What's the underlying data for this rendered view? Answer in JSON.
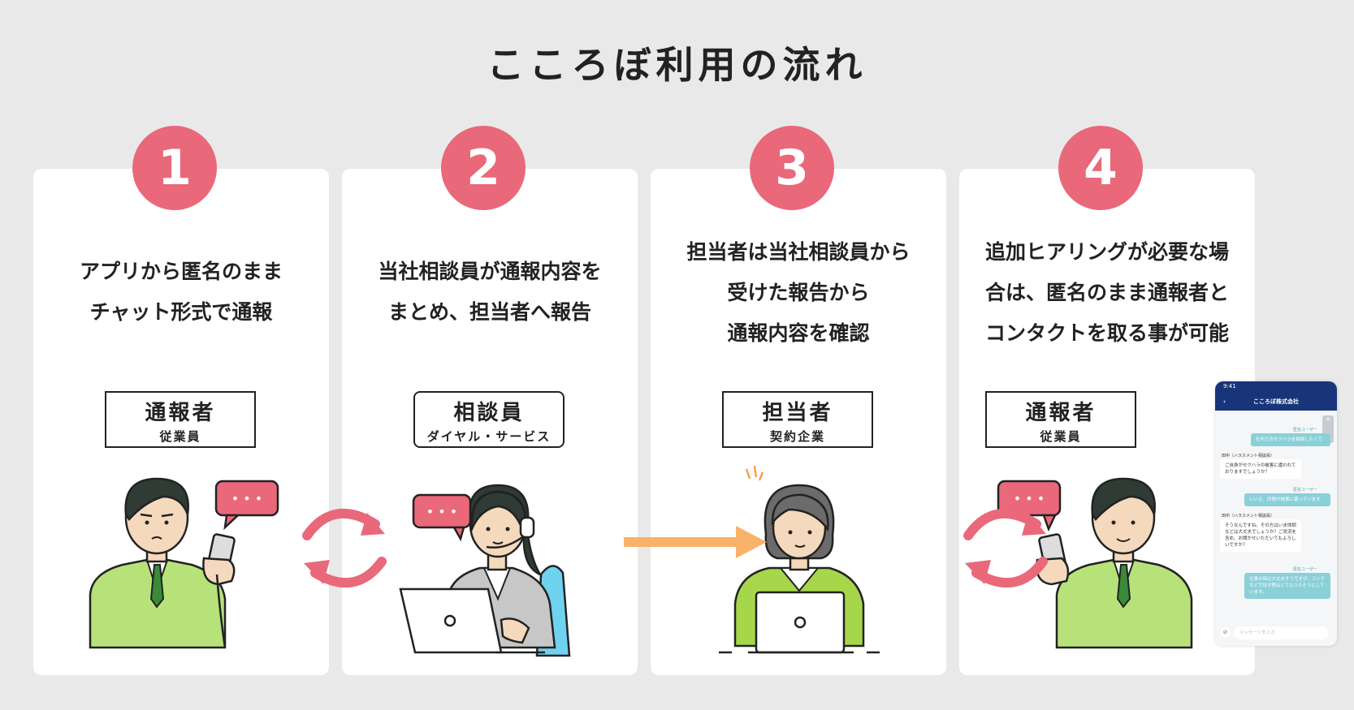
{
  "title": "こころぼ利用の流れ",
  "steps": [
    {
      "number": "1",
      "lines": [
        "アプリから匿名のまま",
        "チャット形式で通報"
      ],
      "role": "通報者",
      "sub": "従業員"
    },
    {
      "number": "2",
      "lines": [
        "当社相談員が通報内容を",
        "まとめ、担当者へ報告"
      ],
      "role": "相談員",
      "sub": "ダイヤル・サービス"
    },
    {
      "number": "3",
      "lines": [
        "担当者は当社相談員から",
        "受けた報告から",
        "通報内容を確認"
      ],
      "role": "担当者",
      "sub": "契約企業"
    },
    {
      "number": "4",
      "lines": [
        "追加ヒアリングが必要な場",
        "合は、匿名のまま通報者と",
        "コンタクトを取る事が可能"
      ],
      "role": "通報者",
      "sub": "従業員"
    }
  ],
  "bubble_text": "• • •",
  "phone": {
    "time": "9:41",
    "header": "こころぼ株式会社",
    "back": "‹",
    "messages": [
      {
        "side": "right",
        "sender": "匿名ユーザー",
        "text": "社内でのセクハラを相談したくて"
      },
      {
        "side": "left",
        "sender": "田中（ハラスメント相談員）",
        "text": "ご自身がセクハラの被害に遭われておりますでしょうか？"
      },
      {
        "side": "right",
        "sender": "匿名ユーザー",
        "text": "いいえ、同僚が被害に遭っています"
      },
      {
        "side": "left",
        "sender": "田中（ハラスメント相談員）",
        "text": "そうなんですね。その方はいま体調などは大丈夫でしょうか？ご状況を含め、お聞かせいただいてもよろしいですか？"
      },
      {
        "side": "right",
        "sender": "匿名ユーザー",
        "text": "仕事の時は大丈夫そうですが、ランチなどで話す際はとてもつらそうにしています。"
      }
    ],
    "input_placeholder": "メッセージを入力",
    "close": "×",
    "clip": "⊘"
  },
  "colors": {
    "accent": "#e9687a",
    "arrow": "#f8b26a",
    "green": "#b7e27a",
    "teal": "#8ad0d8",
    "navy": "#19357a"
  }
}
